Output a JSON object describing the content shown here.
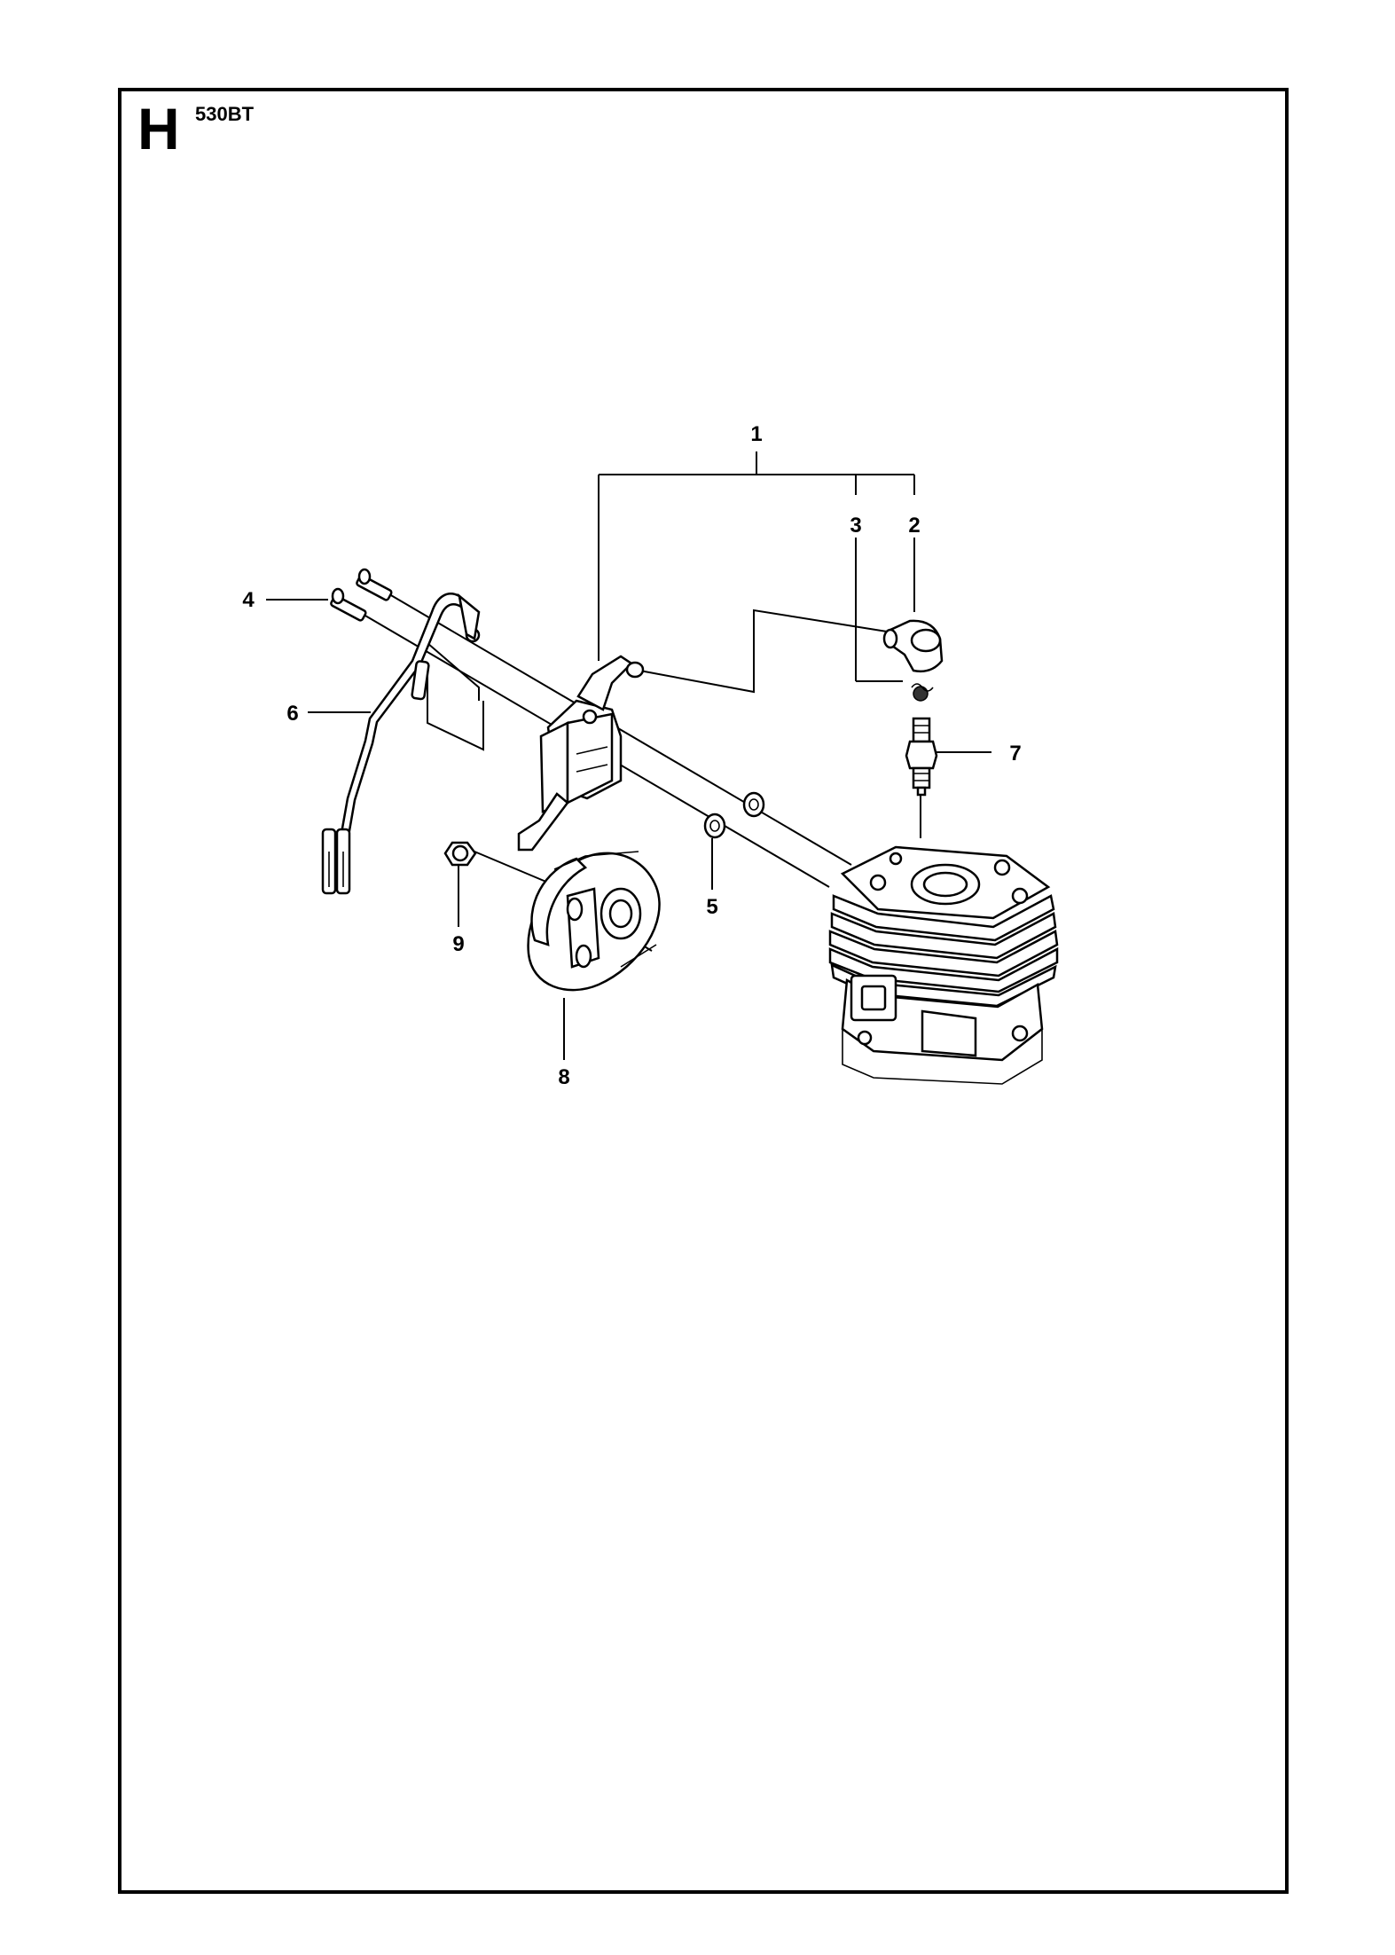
{
  "header": {
    "section_letter": "H",
    "model": "530BT"
  },
  "callouts": {
    "c1": "1",
    "c2": "2",
    "c3": "3",
    "c4": "4",
    "c5": "5",
    "c6": "6",
    "c7": "7",
    "c8": "8",
    "c9": "9"
  }
}
